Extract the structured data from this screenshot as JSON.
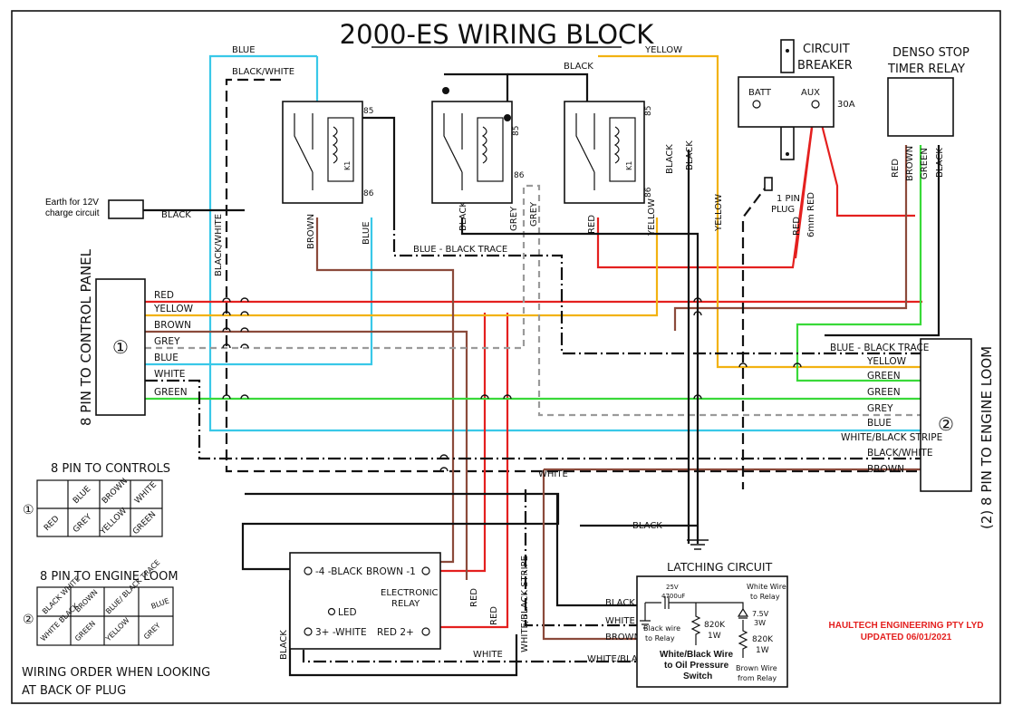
{
  "title": "2000-ES WIRING BLOCK",
  "labels": {
    "earth_note_line1": "Earth for 12V",
    "earth_note_line2": "charge circuit",
    "control_panel": "8 PIN TO CONTROL PANEL",
    "control_panel_num": "①",
    "engine_loom": "(2) 8 PIN TO ENGINE LOOM",
    "engine_loom_num": "②",
    "circuit_breaker_line1": "CIRCUIT",
    "circuit_breaker_line2": "BREAKER",
    "batt": "BATT",
    "aux": "AUX",
    "amps": "30A",
    "denso_line1": "DENSO STOP",
    "denso_line2": "TIMER RELAY",
    "pin_plug_line1": "1 PIN",
    "pin_plug_line2": "PLUG",
    "relay_85": "85",
    "relay_86": "86",
    "relay_k1": "K1",
    "blue_black_trace": "BLUE - BLACK TRACE",
    "blue_black_trace_right": "BLUE - BLACK TRACE",
    "electronic_relay_line1": "ELECTRONIC",
    "electronic_relay_line2": "RELAY",
    "er_pin4": "-4 -BLACK",
    "er_pin1": "BROWN -1",
    "er_pin3": "3+ -WHITE",
    "er_pin2": "RED 2+",
    "er_led": "LED",
    "latching_title": "LATCHING CIRCUIT",
    "cap_line1": "25V",
    "cap_line2": "4700uF",
    "lc_white_line1": "White Wire",
    "lc_white_line2": "to Relay",
    "lc_black_line1": "Black wire",
    "lc_black_line2": "to Relay",
    "lc_r1_line1": "820K",
    "lc_r1_line2": "1W",
    "lc_z_line1": "7.5V",
    "lc_z_line2": "3W",
    "lc_r2_line1": "820K",
    "lc_r2_line2": "1W",
    "lc_wb_line1": "White/Black Wire",
    "lc_wb_line2": "to Oil Pressure",
    "lc_wb_line3": "Switch",
    "lc_brown_line1": "Brown Wire",
    "lc_brown_line2": "from Relay",
    "company_line1": "HAULTECH ENGINEERING PTY LYD",
    "company_line2": "UPDATED 06/01/2021",
    "controls_table_title": "8 PIN TO CONTROLS",
    "loom_table_title": "8 PIN TO ENGINE LOOM",
    "wiring_order_line1": "WIRING ORDER WHEN LOOKING",
    "wiring_order_line2": "AT BACK OF PLUG"
  },
  "wires": {
    "blue": "BLUE",
    "black_white": "BLACK/WHITE",
    "black": "BLACK",
    "yellow": "YELLOW",
    "brown": "BROWN",
    "red": "RED",
    "grey": "GREY",
    "green": "GREEN",
    "white": "WHITE",
    "mm_red": "6mm RED",
    "white_black_stripe": "WHITE/BLACK STRIPE",
    "white_black": "WHITE/BLACK"
  },
  "control_panel_pins": [
    "RED",
    "YELLOW",
    "BROWN",
    "GREY",
    "BLUE",
    "WHITE",
    "GREEN"
  ],
  "engine_loom_pins": [
    "BLUE - BLACK TRACE",
    "YELLOW",
    "GREEN",
    "GREEN",
    "GREY",
    "BLUE",
    "WHITE/BLACK STRIPE",
    "BLACK/WHITE",
    "BROWN"
  ],
  "controls_table": {
    "top": [
      "BLUE",
      "BROWN",
      "WHITE"
    ],
    "bottom": [
      "RED",
      "GREY",
      "YELLOW",
      "GREEN"
    ]
  },
  "loom_table": {
    "top": [
      "BLACK WHITE",
      "BROWN",
      "BLUE/ BLACK TRACE",
      "BLUE"
    ],
    "bottom": [
      "WHITE BLACK",
      "GREEN",
      "YELLOW",
      "GREY"
    ]
  },
  "colors": {
    "red": "#e4201f",
    "yellow": "#f2b211",
    "brown": "#8b4a3b",
    "grey": "#9a9a9a",
    "blue": "#39c8e8",
    "green": "#39d939",
    "black": "#111111",
    "company": "#e4201f"
  }
}
